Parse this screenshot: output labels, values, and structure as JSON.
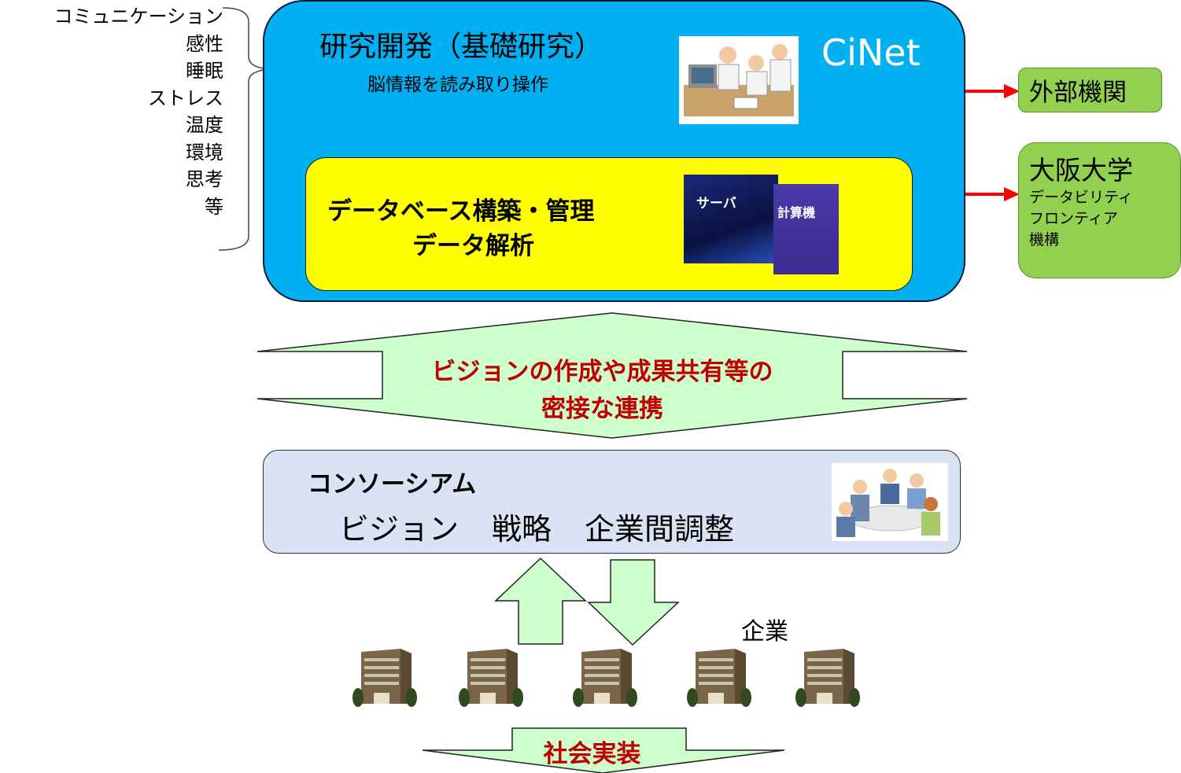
{
  "topics": [
    "コミュニケーション",
    "感性",
    "睡眠",
    "ストレス",
    "温度",
    "環境",
    "思考",
    "等"
  ],
  "cinet": {
    "title": "研究開発（基礎研究）",
    "subtitle": "脳情報を読み取り操作",
    "label": "CiNet"
  },
  "database": {
    "line1": "データベース構築・管理",
    "line2": "データ解析",
    "server_label": "サーバ",
    "computer_label": "計算機"
  },
  "external": {
    "label": "外部機関"
  },
  "osaka": {
    "title": "大阪大学",
    "sub": [
      "データビリティ",
      "フロンティア",
      "機構"
    ]
  },
  "collaboration": {
    "line1": "ビジョンの作成や成果共有等の",
    "line2": "密接な連携"
  },
  "consortium": {
    "title": "コンソーシアム",
    "items": [
      "ビジョン",
      "戦略",
      "企業間調整"
    ]
  },
  "companies": {
    "label": "企業",
    "count": 5
  },
  "implementation": {
    "label": "社会実装"
  },
  "colors": {
    "cinet_blue": "#00b0f0",
    "db_yellow": "#ffff00",
    "green_box": "#92d050",
    "arrow_green": "#ccffcc",
    "red_text": "#c00000",
    "consortium_blue": "#dae3f3",
    "link_arrow_red": "#ff0000"
  }
}
